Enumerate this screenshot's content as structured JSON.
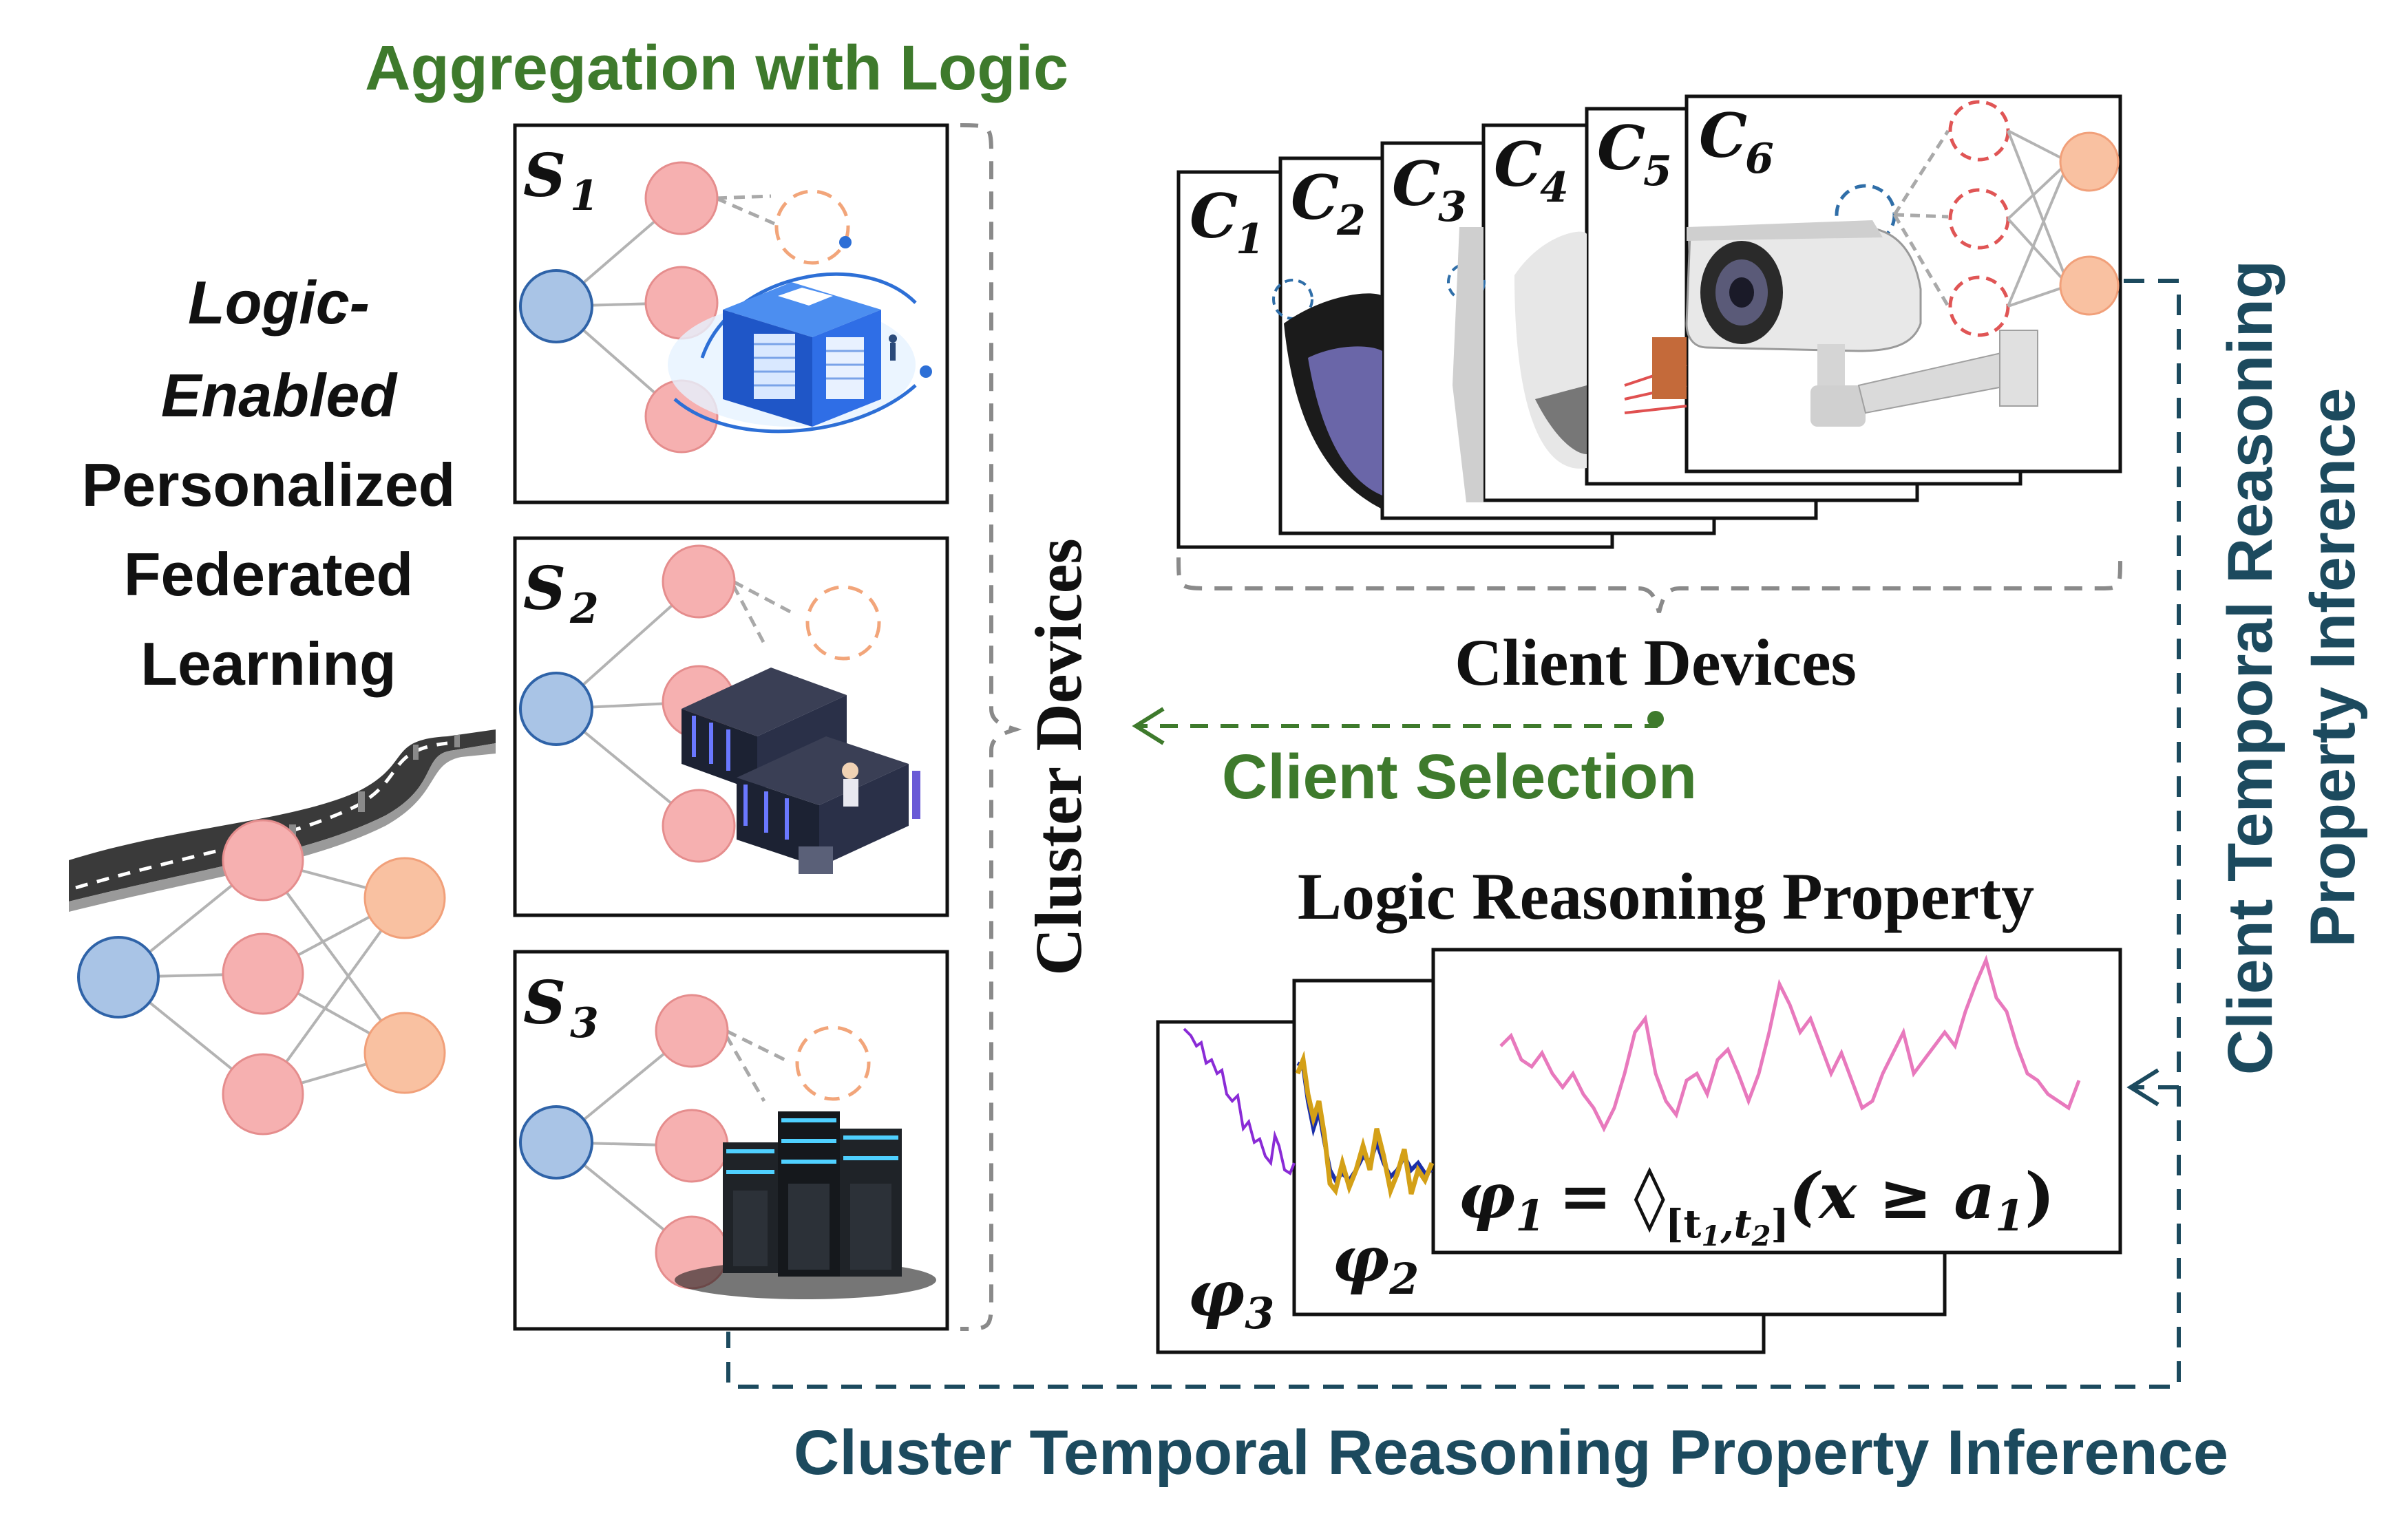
{
  "title": "Aggregation with Logic",
  "left_title": {
    "line1": "Logic-",
    "line2": "Enabled",
    "line3": "Personalized",
    "line4": "Federated",
    "line5": "Learning"
  },
  "servers": [
    {
      "label": "S",
      "sub": "1",
      "icon": "server-cube-icon"
    },
    {
      "label": "S",
      "sub": "2",
      "icon": "datacenter-racks-icon"
    },
    {
      "label": "S",
      "sub": "3",
      "icon": "server-towers-icon"
    }
  ],
  "clients": [
    {
      "label": "C",
      "sub": "1"
    },
    {
      "label": "C",
      "sub": "2"
    },
    {
      "label": "C",
      "sub": "3"
    },
    {
      "label": "C",
      "sub": "4"
    },
    {
      "label": "C",
      "sub": "5"
    },
    {
      "label": "C",
      "sub": "6",
      "icon": "security-camera-icon"
    }
  ],
  "cluster_devices_label": "Cluster Devices",
  "client_devices_label": "Client Devices",
  "client_selection_label": "Client Selection",
  "logic_property_label": "Logic Reasoning Property",
  "formulas": {
    "phi1_lhs": "φ",
    "phi1_sub": "1",
    "phi1_eq": "= ◊",
    "phi1_interval": "[t",
    "phi1_t1": "1",
    "phi1_comma": ",t",
    "phi1_t2": "2",
    "phi1_close": "]",
    "phi1_rhs": "(x ≥ a",
    "phi1_a_sub": "1",
    "phi1_end": ")",
    "phi2": "φ",
    "phi2_sub": "2",
    "phi3": "φ",
    "phi3_sub": "3"
  },
  "right_vertical_line1": "Client Temporal Reasoning",
  "right_vertical_line2": "Property Inference",
  "bottom_label": "Cluster Temporal Reasoning Property Inference",
  "colors": {
    "green": "#3e7a2c",
    "teal": "#1c4a5e",
    "node_blue": "#a9c4e6",
    "node_red": "#f6b0b0",
    "node_orange": "#f9c1a1",
    "trace_pink": "#e879bd",
    "trace_purple": "#8a2bd6",
    "trace_gold": "#d4a017",
    "trace_navy": "#1a2ea8"
  }
}
